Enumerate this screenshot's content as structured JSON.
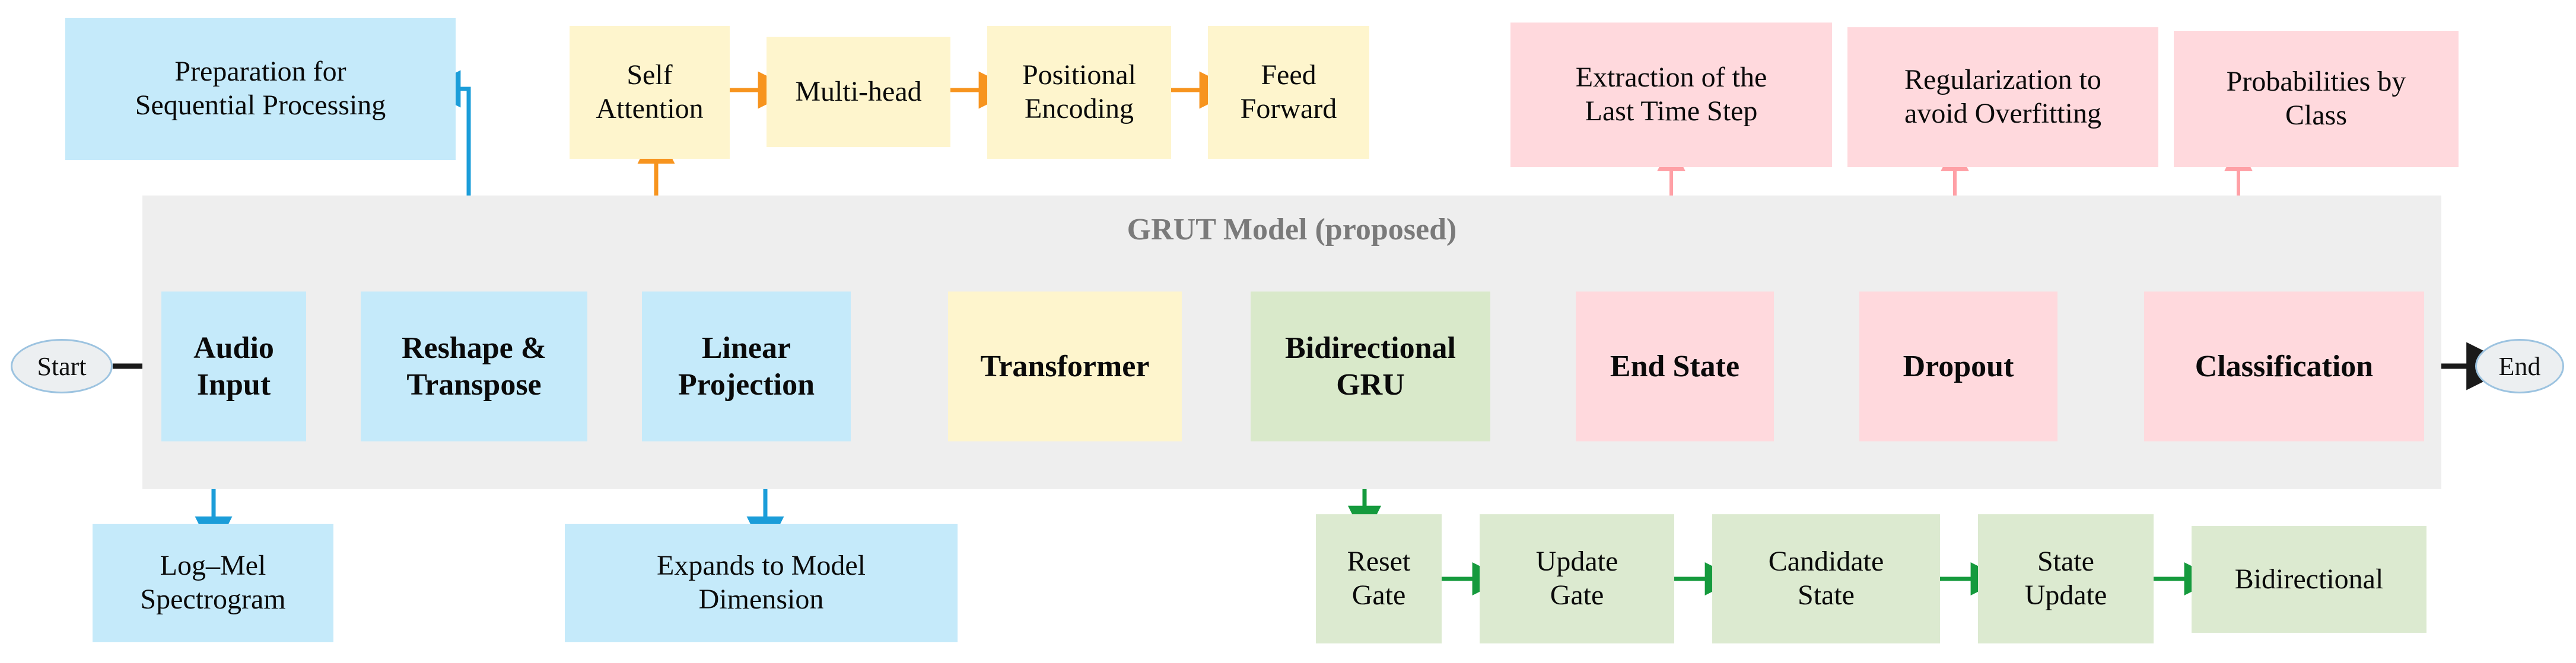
{
  "diagram": {
    "container_label": "GRUT Model (proposed)",
    "start_node": "Start",
    "end_node": "End",
    "colors": {
      "blue": "#c5eafa",
      "yellow": "#fef5cd",
      "green": "#d9e9ca",
      "pink": "#ffd9dd",
      "band": "#eeeeee",
      "blue_arrow": "#1b9dd9",
      "orange_arrow": "#f7941e",
      "pink_arrow": "#ffa0a6",
      "green_arrow": "#159a3d",
      "black_arrow": "#1a1a1a",
      "title_grey": "#7a7a7a"
    }
  },
  "main_pipeline": [
    {
      "label": "Audio\nInput",
      "color": "blue"
    },
    {
      "label": "Reshape &\nTranspose",
      "color": "blue"
    },
    {
      "label": "Linear\nProjection",
      "color": "blue"
    },
    {
      "label": "Transformer",
      "color": "yellow"
    },
    {
      "label": "Bidirectional\nGRU",
      "color": "green"
    },
    {
      "label": "End State",
      "color": "pink"
    },
    {
      "label": "Dropout",
      "color": "pink"
    },
    {
      "label": "Classification",
      "color": "pink"
    }
  ],
  "top_annotations": {
    "preparation": "Preparation for\nSequential Processing",
    "transformer_stages": [
      "Self\nAttention",
      "Multi-head",
      "Positional\nEncoding",
      "Feed\nForward"
    ],
    "output_notes": [
      "Extraction of the\nLast Time Step",
      "Regularization to\navoid Overfitting",
      "Probabilities by\nClass"
    ]
  },
  "bottom_annotations": {
    "blue_notes": [
      "Log–Mel\nSpectrogram",
      "Expands to Model\nDimension"
    ],
    "gru_stages": [
      "Reset\nGate",
      "Update\nGate",
      "Candidate\nState",
      "State\nUpdate",
      "Bidirectional"
    ]
  }
}
